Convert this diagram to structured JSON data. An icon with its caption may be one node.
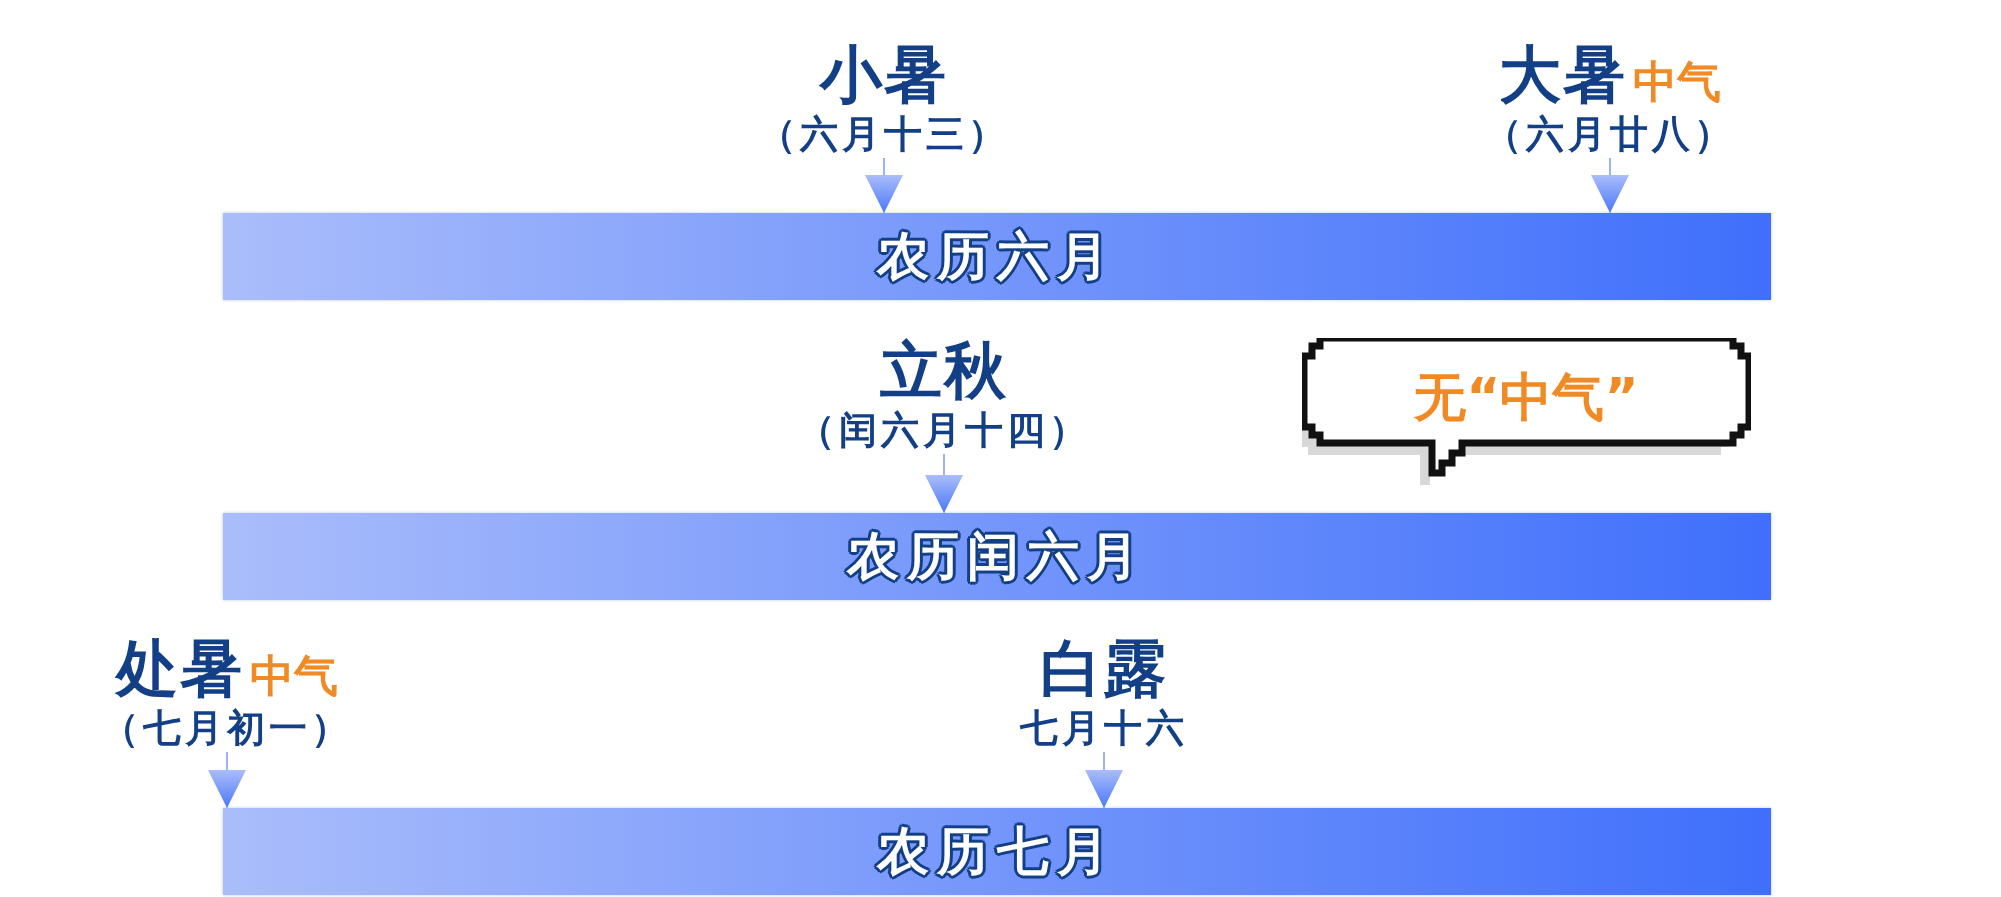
{
  "diagram": {
    "nodes": [
      {
        "text": [
          "小暑",
          "（六月十三）"
        ]
      },
      {
        "text": [
          "大暑",
          "中气",
          "（六月廿八）"
        ]
      },
      {
        "text": [
          "农历六月"
        ]
      },
      {
        "text": [
          "立秋",
          "（闰六月十四）"
        ]
      },
      {
        "text": [
          "无“中气”"
        ]
      },
      {
        "text": [
          "农历闰六月"
        ]
      },
      {
        "text": [
          "处暑",
          "中气",
          "（七月初一）"
        ]
      },
      {
        "text": [
          "白露",
          "七月十六"
        ]
      },
      {
        "text": [
          "农历七月"
        ]
      }
    ],
    "edges": [
      {
        "from": 0,
        "to": 2,
        "arrow": "to"
      },
      {
        "from": 1,
        "to": 2,
        "arrow": "to"
      },
      {
        "from": 3,
        "to": 5,
        "arrow": "to"
      },
      {
        "from": 6,
        "to": 8,
        "arrow": "to"
      },
      {
        "from": 7,
        "to": 8,
        "arrow": "to"
      }
    ]
  }
}
